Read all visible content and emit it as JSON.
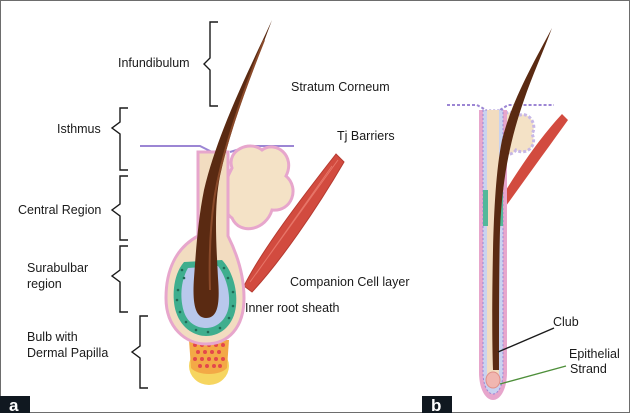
{
  "labels": {
    "infundibulum": "Infundibulum",
    "isthmus": "Isthmus",
    "central_region": "Central Region",
    "surabulbar_1": "Surabulbar",
    "surabulbar_2": "region",
    "bulb_1": "Bulb with",
    "bulb_2": "Dermal Papilla",
    "stratum_corneum": "Stratum Corneum",
    "tj_barriers": "Tj Barriers",
    "companion_cell_layer": "Companion Cell layer",
    "inner_root_sheath": "Inner root sheath",
    "club": "Club",
    "epithelial_1": "Epithelial",
    "epithelial_2": "Strand"
  },
  "panels": {
    "a": "a",
    "b": "b"
  },
  "colors": {
    "hair_shaft": "#5a2a12",
    "outer_sheath": "#e7a6cc",
    "sheath_fill": "#f2dcc0",
    "inner_sheath": "#c5d0ee",
    "companion_layer": "#52b89a",
    "muscle": "#d24b3f",
    "papilla": "#f3b24b",
    "skin_line": "#9c86d4",
    "epithelial_strand": "#4e8f3a",
    "panel_tag": "#101820"
  }
}
